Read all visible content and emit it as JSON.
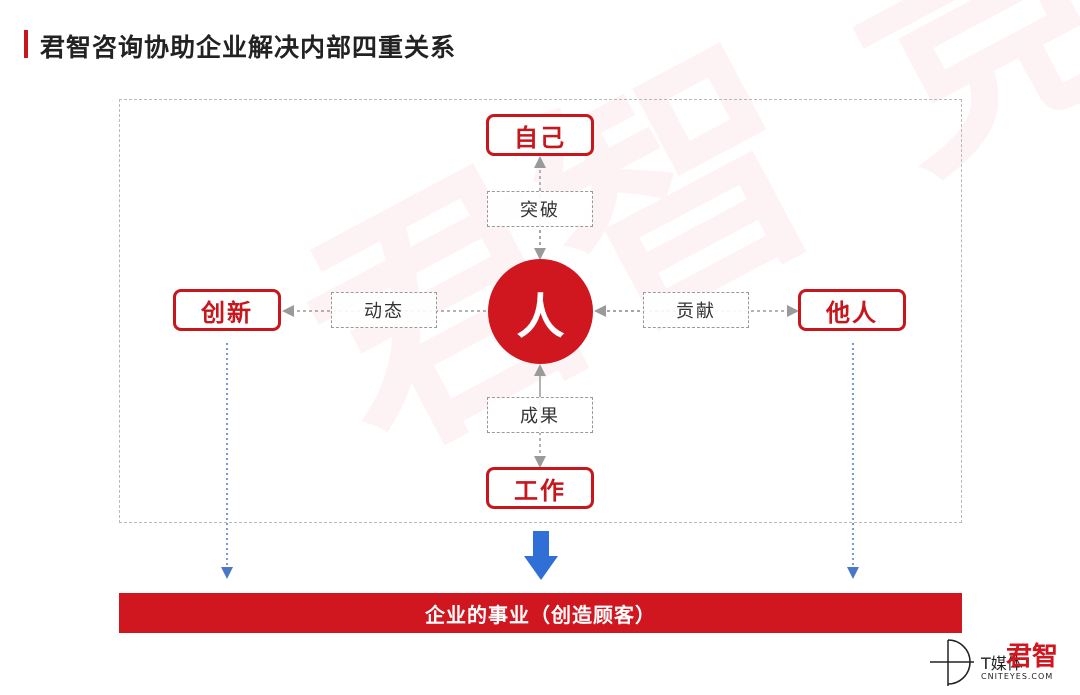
{
  "header": {
    "title": "君智咨询协助企业解决内部四重关系"
  },
  "diagram": {
    "center": "人",
    "nodes": {
      "top": "自己",
      "left": "创新",
      "right": "他人",
      "bottom": "工作"
    },
    "edges": {
      "top": "突破",
      "left": "动态",
      "right": "贡献",
      "bottom": "成果"
    }
  },
  "result": {
    "label": "企业的事业（创造顾客）"
  },
  "watermark": {
    "text": "君智 竞争战略咨询"
  },
  "footer": {
    "media_name": "T媒体",
    "media_domain": "CNITEYES.COM",
    "brand": "君智"
  },
  "colors": {
    "accent": "#d0161f",
    "arrow_blue": "#2f6fd6",
    "connector_blue": "#4a78c8"
  }
}
